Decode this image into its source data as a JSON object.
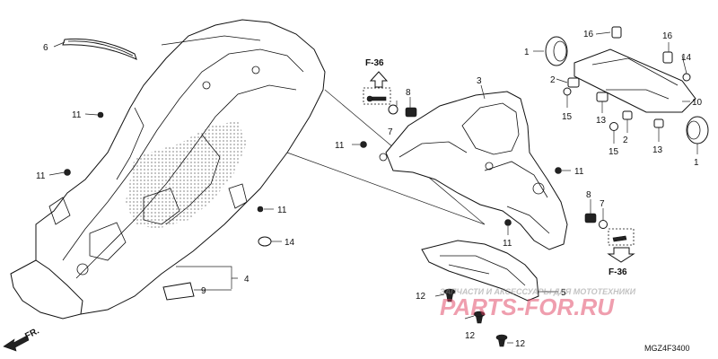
{
  "diagram": {
    "diagram_code": "MGZ4F3400",
    "callouts": [
      {
        "id": "c6",
        "label": "6"
      },
      {
        "id": "c11a",
        "label": "11"
      },
      {
        "id": "c11b",
        "label": "11"
      },
      {
        "id": "c11c",
        "label": "11"
      },
      {
        "id": "c14a",
        "label": "14"
      },
      {
        "id": "c4",
        "label": "4"
      },
      {
        "id": "c9",
        "label": "9"
      },
      {
        "id": "c8a",
        "label": "8"
      },
      {
        "id": "c7a",
        "label": "7"
      },
      {
        "id": "c11d",
        "label": "11"
      },
      {
        "id": "c3",
        "label": "3"
      },
      {
        "id": "c11e",
        "label": "11"
      },
      {
        "id": "c8b",
        "label": "8"
      },
      {
        "id": "c7b",
        "label": "7"
      },
      {
        "id": "c11f",
        "label": "11"
      },
      {
        "id": "c5",
        "label": "5"
      },
      {
        "id": "c12a",
        "label": "12"
      },
      {
        "id": "c12b",
        "label": "12"
      },
      {
        "id": "c12c",
        "label": "12"
      },
      {
        "id": "c16a",
        "label": "16"
      },
      {
        "id": "c16b",
        "label": "16"
      },
      {
        "id": "c1a",
        "label": "1"
      },
      {
        "id": "c2a",
        "label": "2"
      },
      {
        "id": "c15a",
        "label": "15"
      },
      {
        "id": "c14b",
        "label": "14"
      },
      {
        "id": "c10",
        "label": "10"
      },
      {
        "id": "c13a",
        "label": "13"
      },
      {
        "id": "c2b",
        "label": "2"
      },
      {
        "id": "c15b",
        "label": "15"
      },
      {
        "id": "c13b",
        "label": "13"
      },
      {
        "id": "c1b",
        "label": "1"
      }
    ],
    "page_refs": [
      {
        "id": "ref1",
        "label": "F-36"
      },
      {
        "id": "ref2",
        "label": "F-36"
      }
    ],
    "front_marker": "FR.",
    "watermark": {
      "caption": "ЗАПЧАСТИ И АКСЕССУАРЫ ДЛЯ МОТОТЕХНИКИ",
      "logo_text": "PARTS-FOR.RU"
    }
  }
}
